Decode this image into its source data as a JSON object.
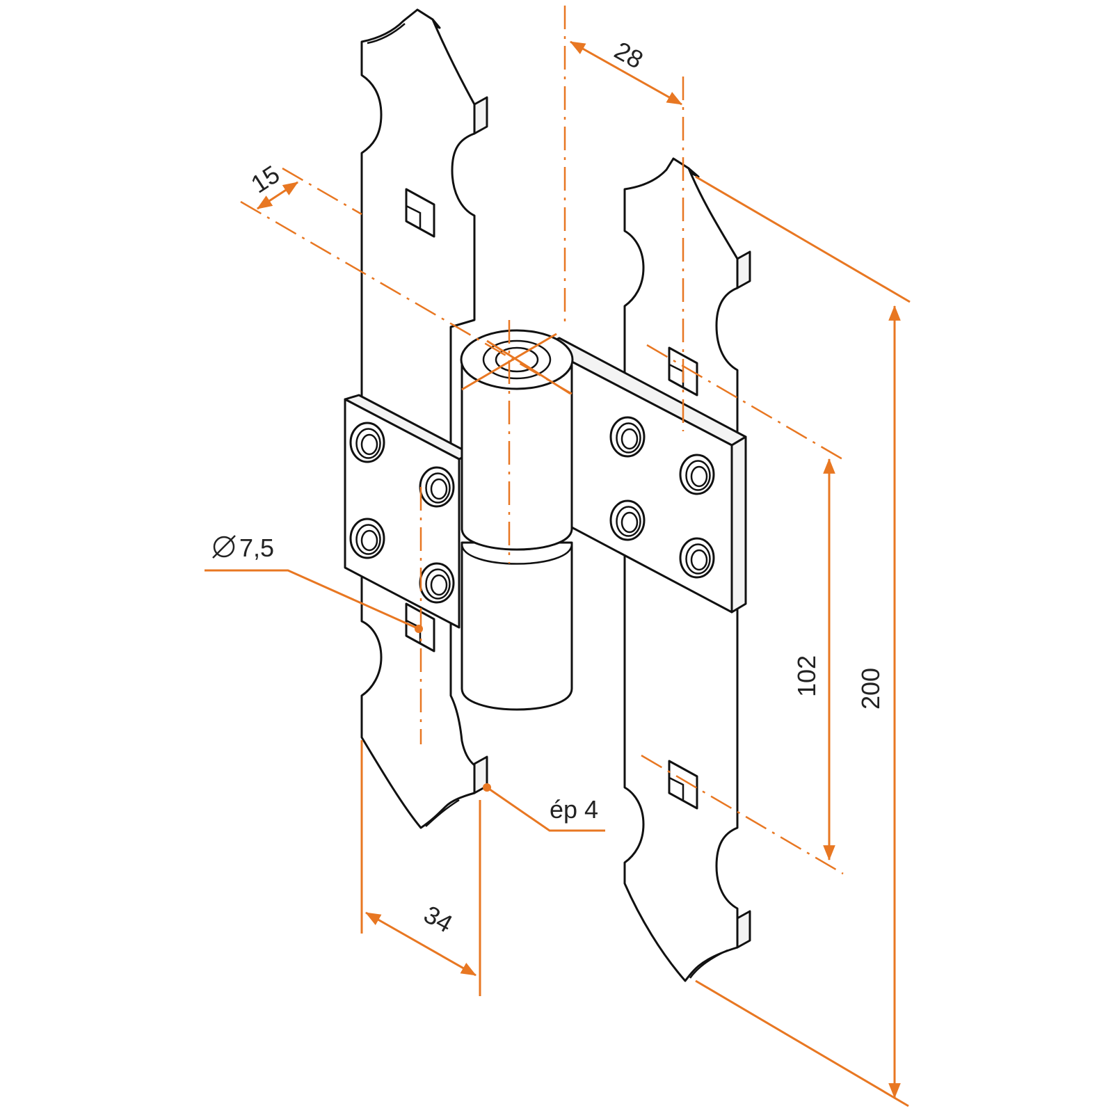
{
  "colors": {
    "outline": "#111111",
    "dimension": "#e87722",
    "label_text": "#222222",
    "background": "#ffffff"
  },
  "dimensions": {
    "offset_28": "28",
    "axis_15": "15",
    "hole_diameter": "7,5",
    "hole_diameter_symbol": "diameter-icon",
    "thickness": "ép 4",
    "width_34": "34",
    "span_102": "102",
    "height_200": "200"
  }
}
